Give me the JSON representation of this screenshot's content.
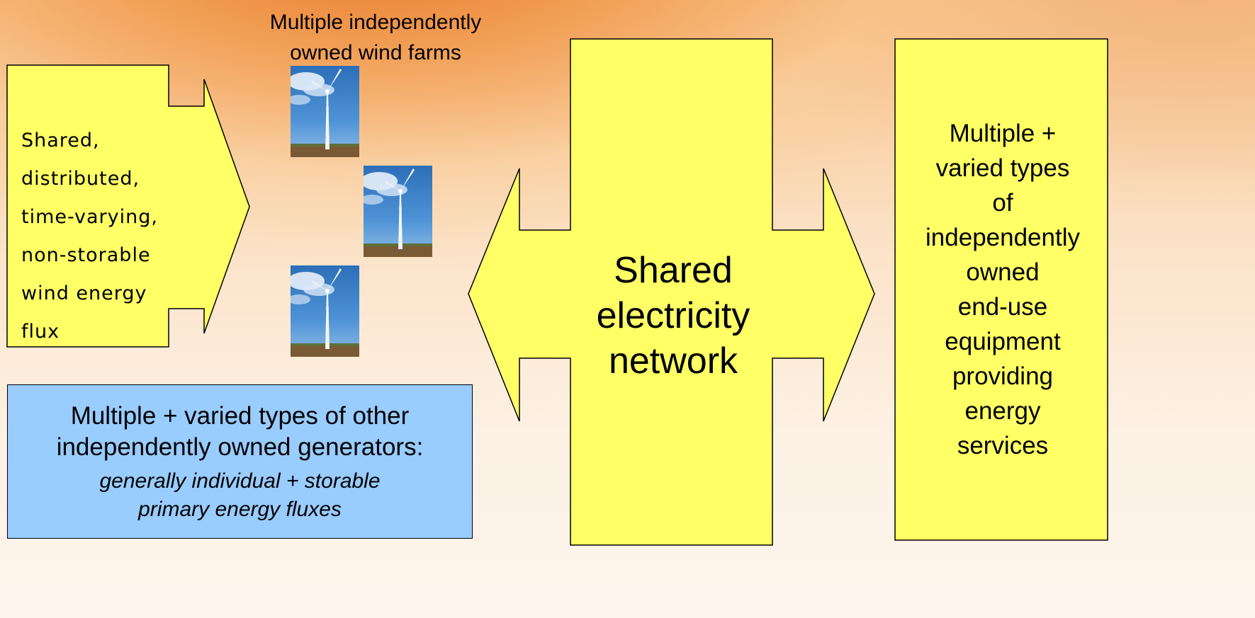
{
  "wind_resource": {
    "text": "Shared,\ndistributed,\ntime-varying,\nnon-storable\nwind energy\nflux"
  },
  "wind_farms": {
    "caption": "Multiple independently\nowned wind farms",
    "images": [
      "wind-turbine-photo",
      "wind-turbine-photo",
      "wind-turbine-photo"
    ]
  },
  "network": {
    "label": "Shared\nelectricity\nnetwork"
  },
  "end_use": {
    "text": "Multiple +\nvaried types\nof\nindependently\nowned\nend-use\nequipment\nproviding\nenergy\nservices"
  },
  "generators": {
    "title": "Multiple + varied types of other\nindependently owned generators:",
    "subtitle": "generally individual +  storable\nprimary energy fluxes"
  },
  "colors": {
    "shape_fill": "#ffff66",
    "generator_fill": "#99ccff",
    "outline": "#000000"
  }
}
